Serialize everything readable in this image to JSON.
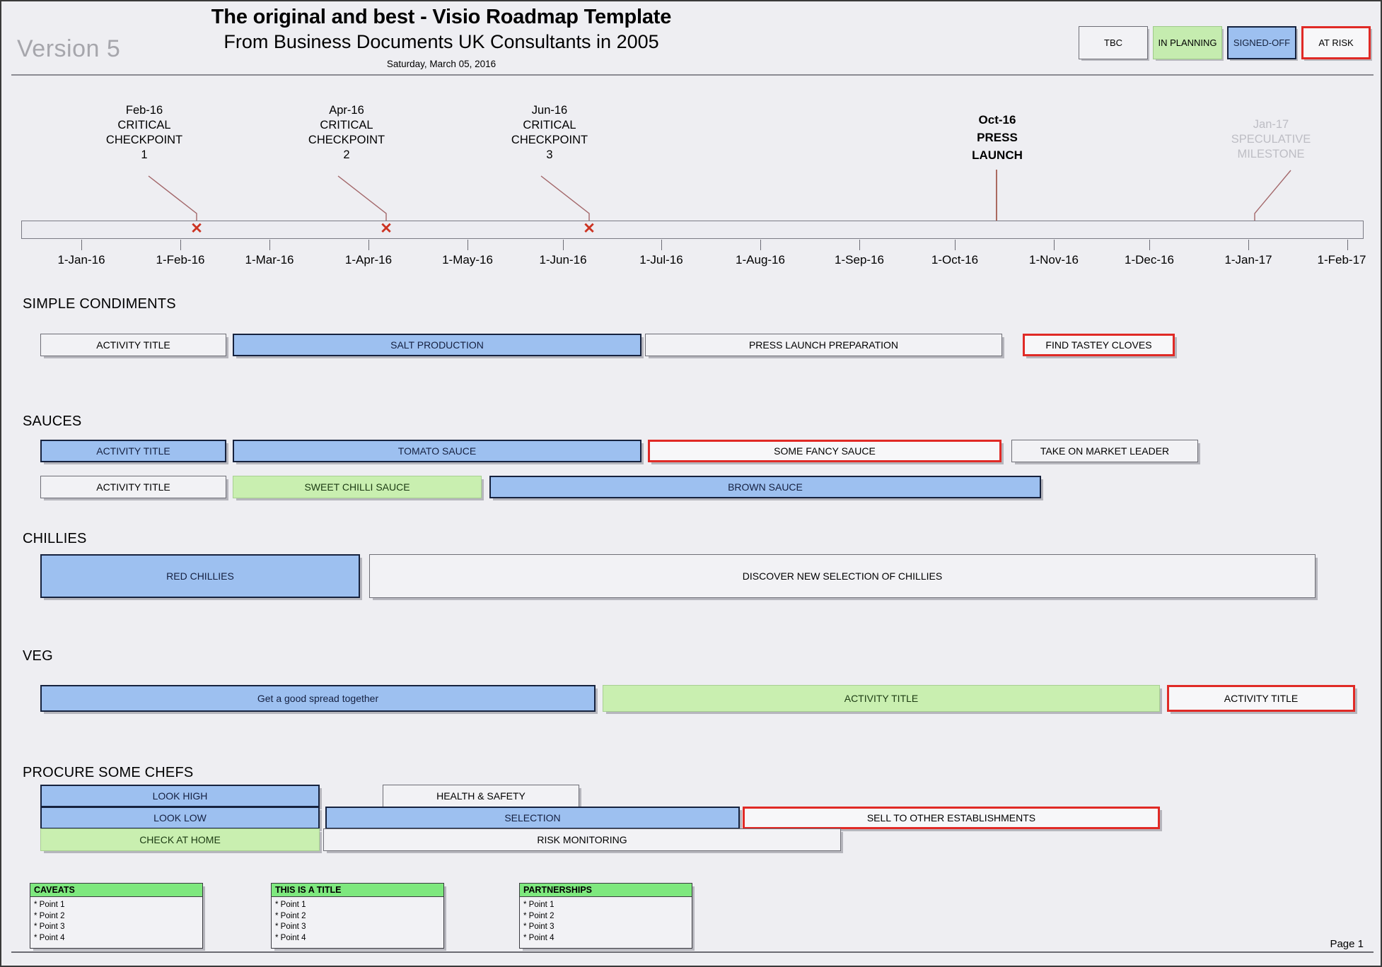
{
  "header": {
    "version": "Version 5",
    "title_line1": "The original and best - Visio Roadmap Template",
    "title_line2": "From Business Documents UK Consultants in 2005",
    "date": "Saturday, March 05, 2016"
  },
  "legend": [
    {
      "label": "TBC",
      "style": "tbc"
    },
    {
      "label": "IN PLANNING",
      "style": "planning"
    },
    {
      "label": "SIGNED-OFF",
      "style": "signed-off"
    },
    {
      "label": "AT RISK",
      "style": "at-risk"
    }
  ],
  "milestones": [
    {
      "date": "Feb-16",
      "line1": "CRITICAL",
      "line2": "CHECKPOINT",
      "line3": "1",
      "marker": "x",
      "faded": false,
      "bold": false
    },
    {
      "date": "Apr-16",
      "line1": "CRITICAL",
      "line2": "CHECKPOINT",
      "line3": "2",
      "marker": "x",
      "faded": false,
      "bold": false
    },
    {
      "date": "Jun-16",
      "line1": "CRITICAL",
      "line2": "CHECKPOINT",
      "line3": "3",
      "marker": "x",
      "faded": false,
      "bold": false
    },
    {
      "date": "Oct-16",
      "line1": "PRESS",
      "line2": "LAUNCH",
      "line3": "",
      "marker": "arrow",
      "faded": false,
      "bold": true
    },
    {
      "date": "Jan-17",
      "line1": "SPECULATIVE",
      "line2": "MILESTONE",
      "line3": "",
      "marker": "arrow",
      "faded": true,
      "bold": false
    }
  ],
  "timeline": {
    "ticks": [
      "1-Jan-16",
      "1-Feb-16",
      "1-Mar-16",
      "1-Apr-16",
      "1-May-16",
      "1-Jun-16",
      "1-Jul-16",
      "1-Aug-16",
      "1-Sep-16",
      "1-Oct-16",
      "1-Nov-16",
      "1-Dec-16",
      "1-Jan-17",
      "1-Feb-17"
    ]
  },
  "lanes": [
    {
      "title": "SIMPLE CONDIMENTS",
      "rows": [
        [
          {
            "label": "ACTIVITY TITLE",
            "style": "tbc"
          },
          {
            "label": "SALT PRODUCTION",
            "style": "signed-off"
          },
          {
            "label": "PRESS LAUNCH PREPARATION",
            "style": "tbc"
          },
          {
            "label": "FIND TASTEY CLOVES",
            "style": "at-risk"
          }
        ]
      ]
    },
    {
      "title": "SAUCES",
      "rows": [
        [
          {
            "label": "ACTIVITY TITLE",
            "style": "signed-off"
          },
          {
            "label": "TOMATO SAUCE",
            "style": "signed-off"
          },
          {
            "label": "SOME FANCY SAUCE",
            "style": "at-risk"
          },
          {
            "label": "TAKE ON MARKET LEADER",
            "style": "tbc"
          }
        ],
        [
          {
            "label": "ACTIVITY TITLE",
            "style": "tbc"
          },
          {
            "label": "SWEET CHILLI SAUCE",
            "style": "planning"
          },
          {
            "label": "BROWN SAUCE",
            "style": "signed-off"
          }
        ]
      ]
    },
    {
      "title": "CHILLIES",
      "rows": [
        [
          {
            "label": "RED CHILLIES",
            "style": "signed-off"
          },
          {
            "label": "DISCOVER NEW SELECTION OF CHILLIES",
            "style": "tbc"
          }
        ]
      ]
    },
    {
      "title": "VEG",
      "rows": [
        [
          {
            "label": "Get a good spread together",
            "style": "signed-off"
          },
          {
            "label": "ACTIVITY TITLE",
            "style": "planning"
          },
          {
            "label": "ACTIVITY TITLE",
            "style": "at-risk"
          }
        ]
      ]
    },
    {
      "title": "PROCURE SOME CHEFS",
      "rows": [
        [
          {
            "label": "LOOK HIGH",
            "style": "signed-off"
          },
          {
            "label": "HEALTH & SAFETY",
            "style": "tbc"
          }
        ],
        [
          {
            "label": "LOOK LOW",
            "style": "signed-off"
          },
          {
            "label": "SELECTION",
            "style": "signed-off"
          },
          {
            "label": "SELL TO OTHER ESTABLISHMENTS",
            "style": "at-risk"
          }
        ],
        [
          {
            "label": "CHECK AT HOME",
            "style": "planning"
          },
          {
            "label": "RISK MONITORING",
            "style": "tbc"
          }
        ]
      ]
    }
  ],
  "notes": [
    {
      "title": "CAVEATS",
      "points": [
        "* Point 1",
        "* Point 2",
        "* Point 3",
        "* Point 4"
      ]
    },
    {
      "title": "THIS IS A TITLE",
      "points": [
        "* Point 1",
        "* Point 2",
        "* Point 3",
        "* Point 4"
      ]
    },
    {
      "title": "PARTNERSHIPS",
      "points": [
        "* Point 1",
        "* Point 2",
        "* Point 3",
        "* Point 4"
      ]
    }
  ],
  "footer": {
    "page": "Page 1"
  },
  "colors": {
    "tbc_fill": "#f2f2f5",
    "planning_fill": "#c9efb0",
    "signed_off_fill": "#9dc0f0",
    "at_risk_border": "#e02a26",
    "note_header": "#7ee87e",
    "version_text": "#a6a6ac"
  }
}
